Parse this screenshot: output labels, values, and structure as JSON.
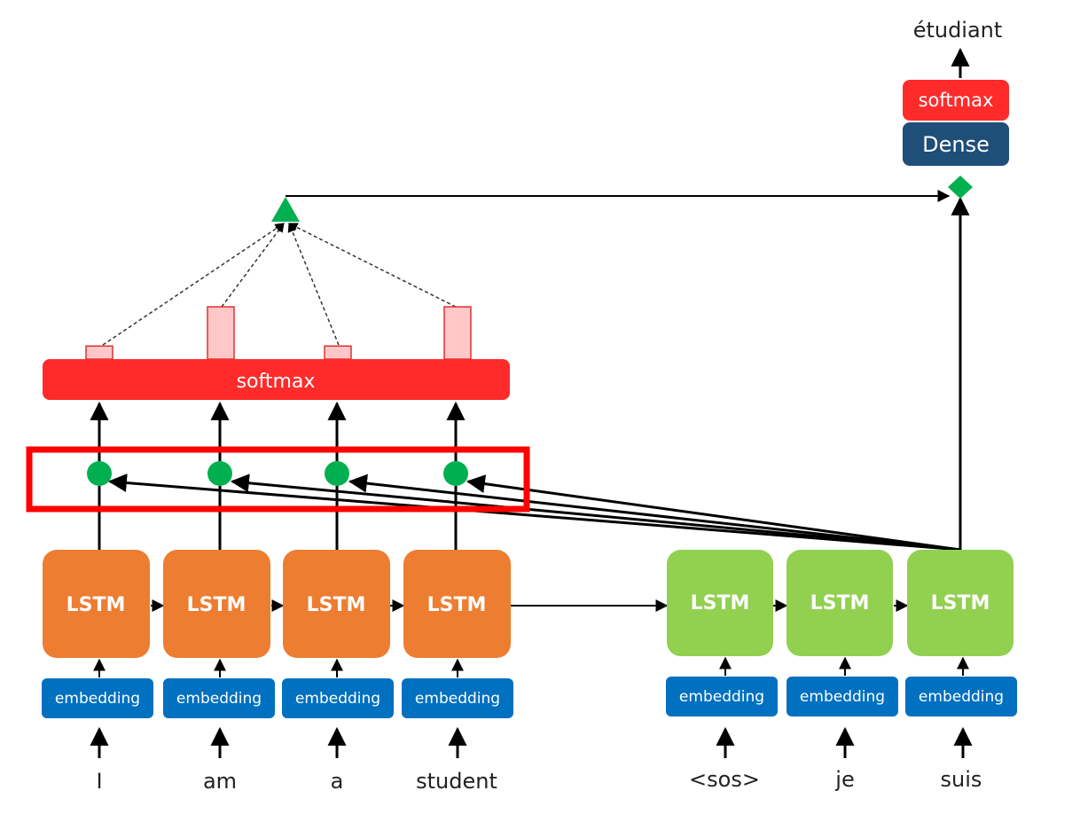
{
  "encoder": {
    "words": [
      "I",
      "am",
      "a",
      "student"
    ],
    "cell_label": "LSTM",
    "embedding_label": "embedding",
    "cell_color": "#ED7D31"
  },
  "decoder": {
    "words": [
      "<sos>",
      "je",
      "suis"
    ],
    "cell_label": "LSTM",
    "embedding_label": "embedding",
    "cell_color": "#92D050"
  },
  "attention": {
    "softmax_label": "softmax",
    "weights": [
      0.25,
      1.0,
      0.25,
      1.0
    ]
  },
  "output": {
    "softmax_label": "softmax",
    "dense_label": "Dense",
    "word": "étudiant"
  },
  "colors": {
    "softmax": "#FF2B2B",
    "dense": "#1F4E79",
    "embedding": "#0070C0",
    "attention_node": "#00B050",
    "highlight": "#FF0000",
    "weight_bar_fill": "#FFC7C7",
    "weight_bar_stroke": "#E03030"
  }
}
